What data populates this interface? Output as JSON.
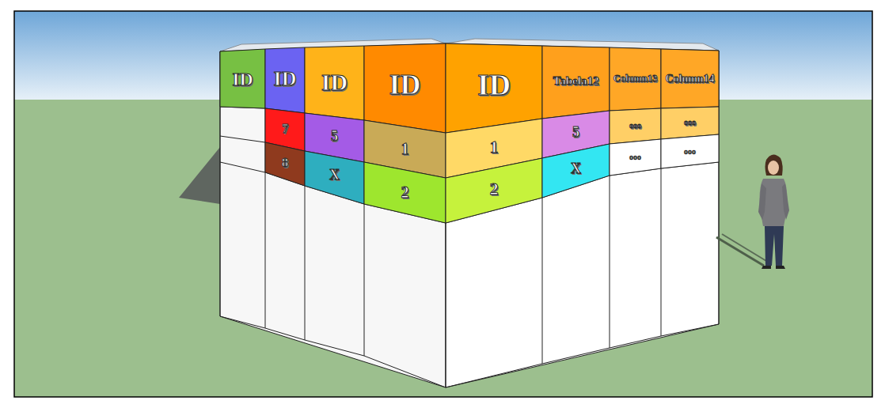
{
  "diagram": {
    "nodes": [
      {
        "text": [
          "ID"
        ]
      },
      {
        "text": [
          "ID"
        ]
      },
      {
        "text": [
          "ID"
        ]
      },
      {
        "text": [
          "ID"
        ]
      },
      {
        "text": [
          "ID"
        ]
      },
      {
        "text": [
          "Tabela12"
        ]
      },
      {
        "text": [
          "Column13"
        ]
      },
      {
        "text": [
          "Column14"
        ]
      },
      {
        "text": [
          "7"
        ]
      },
      {
        "text": [
          "5"
        ]
      },
      {
        "text": [
          "1"
        ]
      },
      {
        "text": [
          "1"
        ]
      },
      {
        "text": [
          "5"
        ]
      },
      {
        "text": [
          "ooo"
        ]
      },
      {
        "text": [
          "ooo"
        ]
      },
      {
        "text": [
          "8"
        ]
      },
      {
        "text": [
          "X"
        ]
      },
      {
        "text": [
          "2"
        ]
      },
      {
        "text": [
          "2"
        ]
      },
      {
        "text": [
          "X"
        ]
      },
      {
        "text": [
          "ooo"
        ]
      },
      {
        "text": [
          "ooo"
        ]
      }
    ]
  }
}
